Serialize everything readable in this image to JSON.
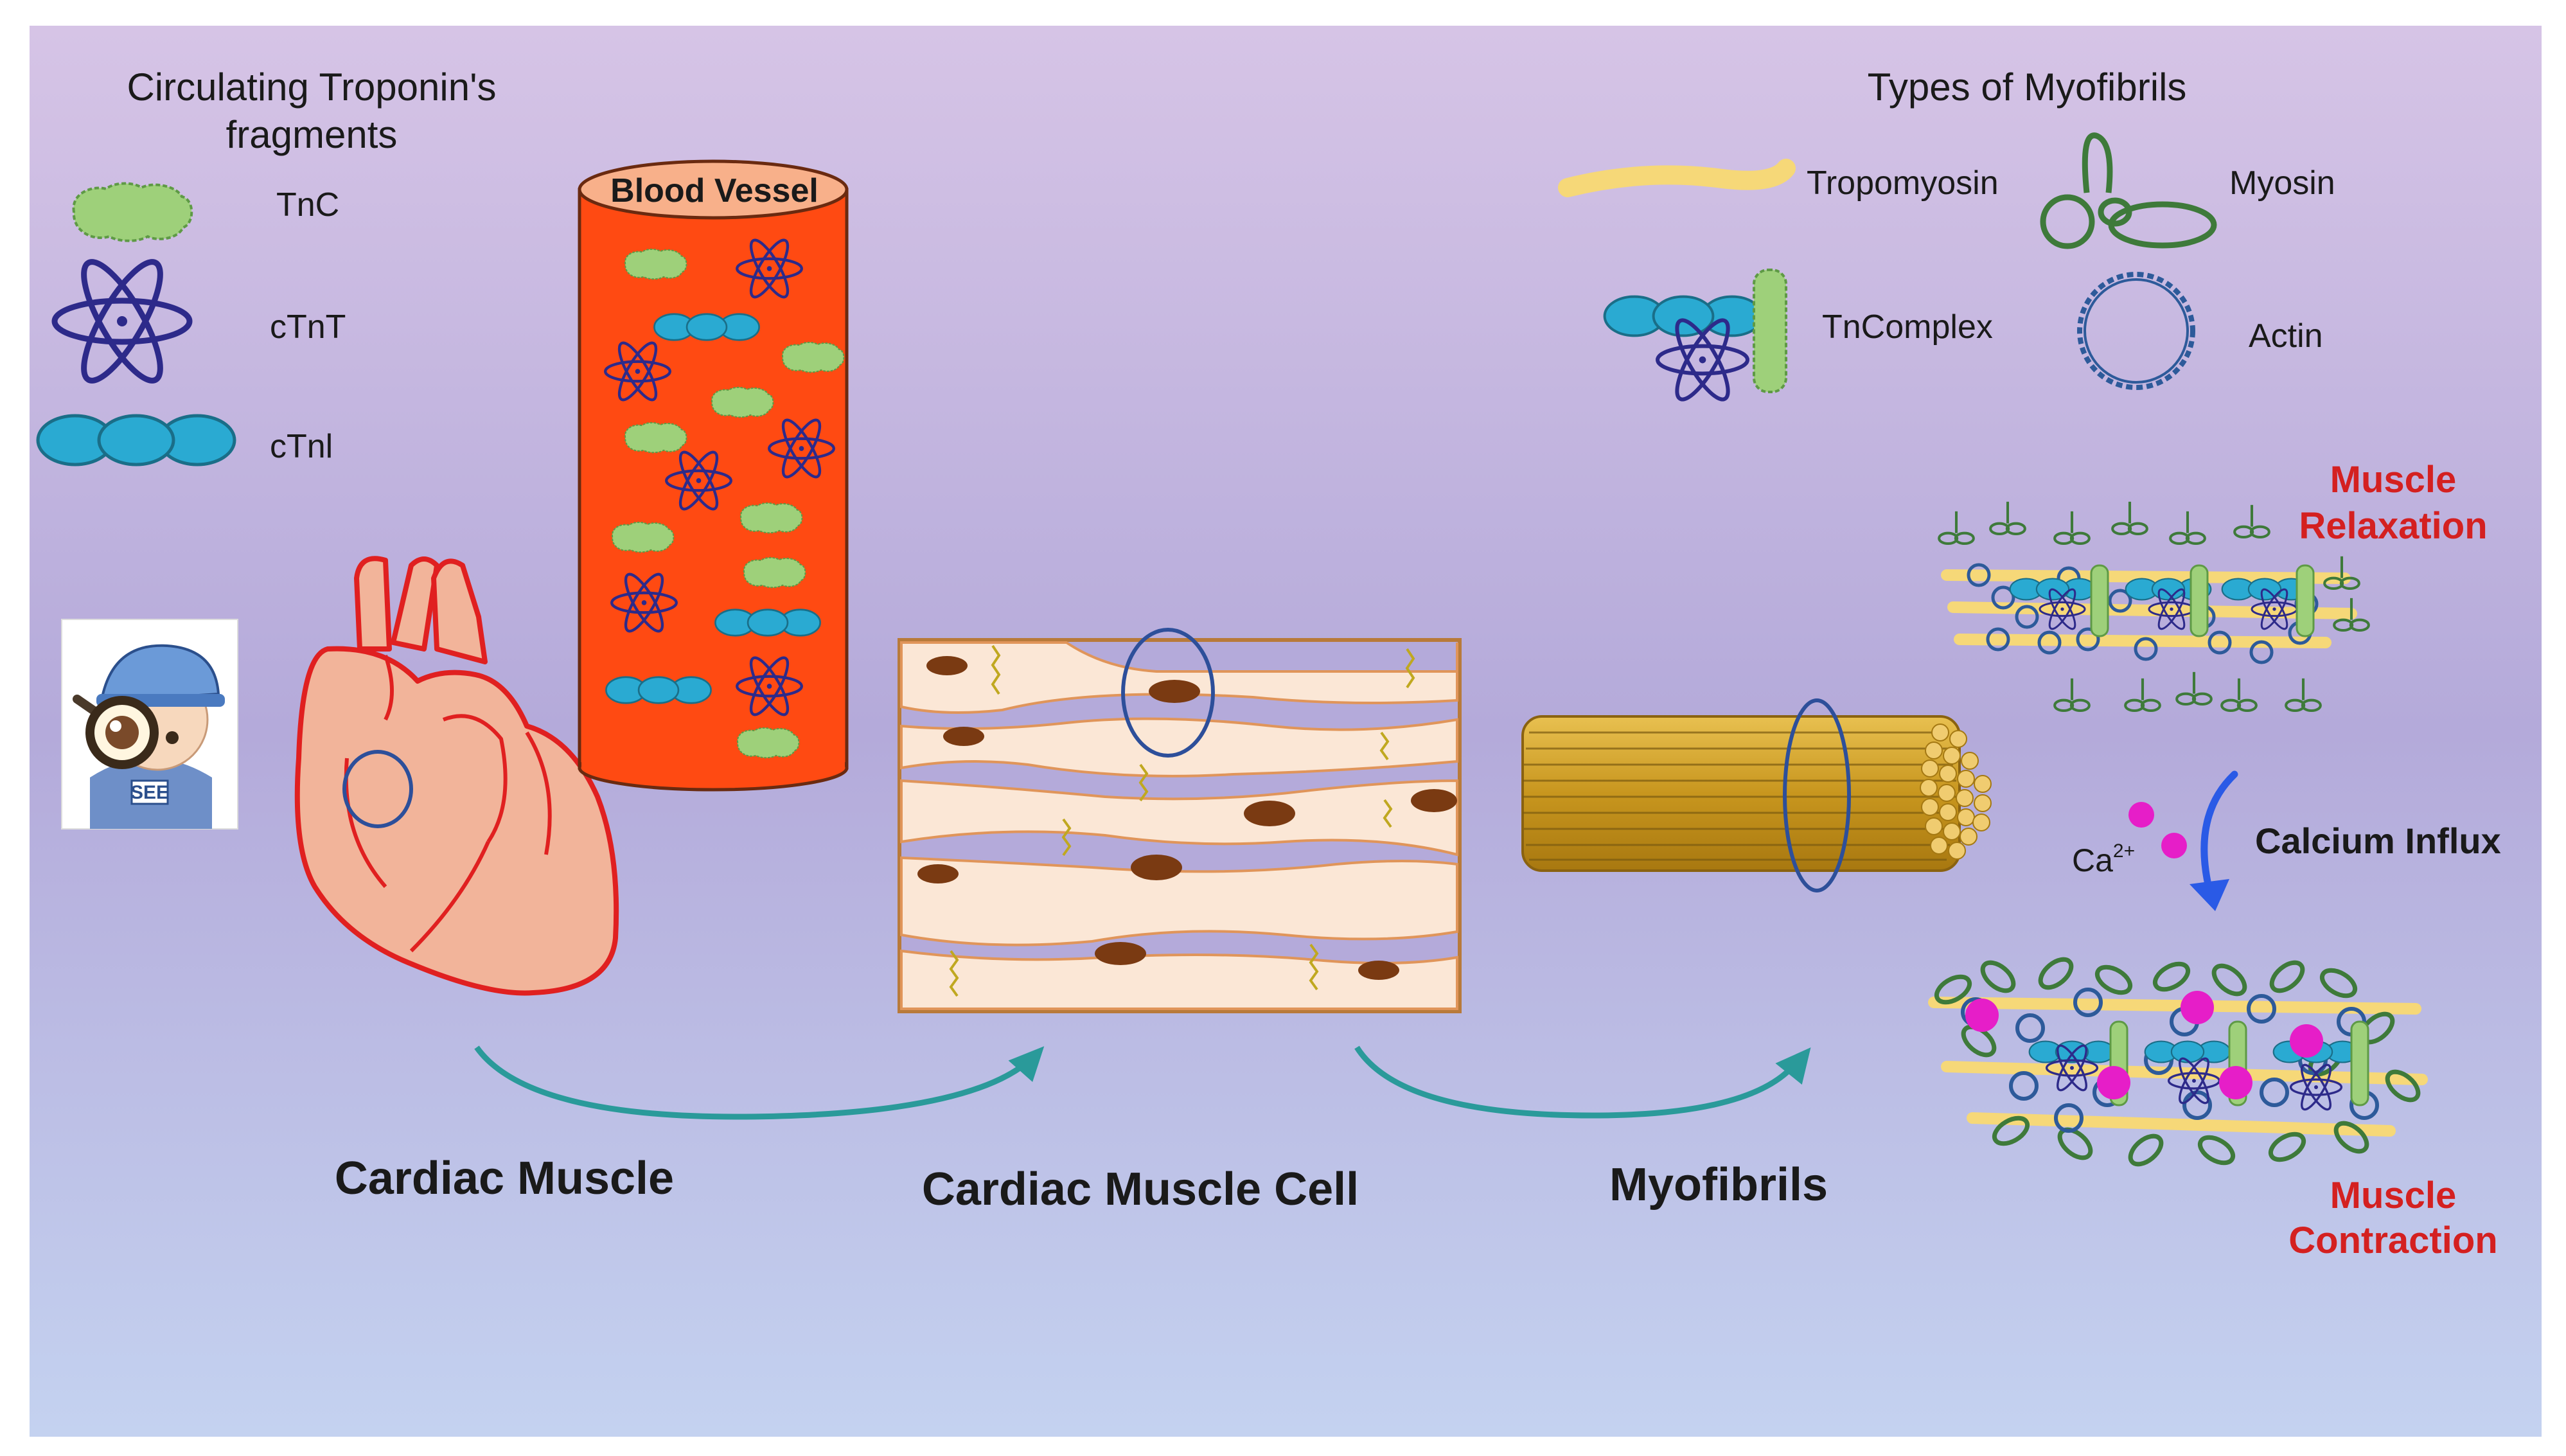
{
  "legend_left": {
    "title_line1": "Circulating Troponin's",
    "title_line2": "fragments",
    "items": [
      {
        "label": "TnC",
        "icon": "tnc-fragment-icon"
      },
      {
        "label": "cTnT",
        "icon": "ctnt-fragment-icon"
      },
      {
        "label": "cTnl",
        "icon": "ctni-fragment-icon"
      }
    ]
  },
  "legend_right": {
    "title": "Types of Myofibrils",
    "items": [
      {
        "label": "Tropomyosin",
        "icon": "tropomyosin-icon"
      },
      {
        "label": "Myosin",
        "icon": "myosin-icon"
      },
      {
        "label": "TnComplex",
        "icon": "tncomplex-icon"
      },
      {
        "label": "Actin",
        "icon": "actin-icon"
      }
    ]
  },
  "blood_vessel": {
    "label": "Blood Vessel"
  },
  "stages": [
    {
      "label": "Cardiac Muscle"
    },
    {
      "label": "Cardiac Muscle Cell"
    },
    {
      "label": "Myofibrils"
    }
  ],
  "relaxation": {
    "line1": "Muscle",
    "line2": "Relaxation"
  },
  "contraction": {
    "line1": "Muscle",
    "line2": "Contraction"
  },
  "calcium": {
    "ion": "Ca",
    "charge": "2+",
    "label": "Calcium Influx"
  },
  "badge_text": "SEE",
  "colors": {
    "bg_top": "#d6c4e6",
    "bg_mid": "#b4aada",
    "bg_bottom": "#c4d2f0",
    "tnc_fill": "#9ed07a",
    "tnc_stroke": "#5e9a45",
    "ctnt_stroke": "#2d2a8a",
    "ctni_fill": "#2aaad2",
    "ctni_stroke": "#1a6e88",
    "vessel": "#ff4a12",
    "vessel_top": "#f8b08a",
    "heart_fill": "#f2b49a",
    "heart_stroke": "#e02020",
    "cell_bg": "#fbe7d6",
    "nucleus": "#7a3a12",
    "fibre": "#d2a22a",
    "tropomyosin": "#f6d878",
    "myosin": "#3e7a3a",
    "actin": "#2d5a9a",
    "calcium": "#e61ec8",
    "arrow": "#2a9a9a",
    "influx_arrow": "#2a5ae6",
    "highlight_red": "#d42020"
  }
}
